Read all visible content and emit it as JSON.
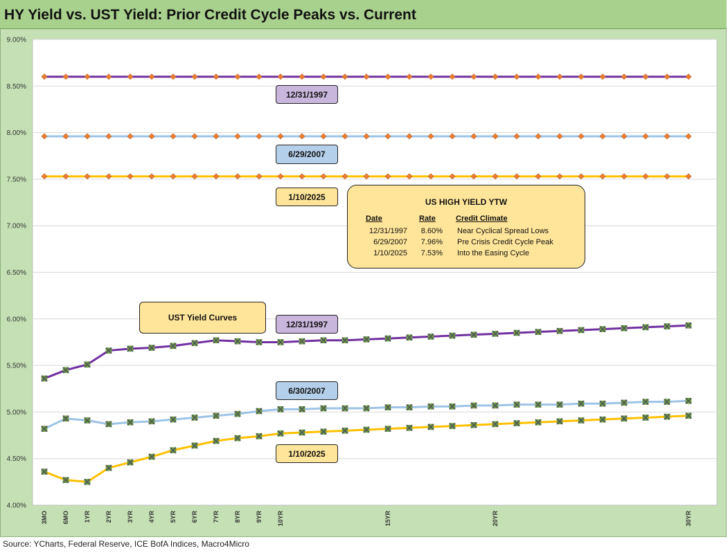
{
  "title": "HY Yield vs. UST Yield: Prior Credit Cycle Peaks vs. Current",
  "source": "Source: YCharts, Federal Reserve, ICE BofA Indices, Macro4Micro",
  "labels": {
    "hy_1997": "12/31/1997",
    "hy_2007": "6/29/2007",
    "hy_2025": "1/10/2025",
    "ust_1997": "12/31/1997",
    "ust_2007": "6/30/2007",
    "ust_2025": "1/10/2025",
    "ust_box": "UST  Yield Curves"
  },
  "hy_table": {
    "title": "US HIGH YIELD YTW",
    "headers": [
      "Date",
      "Rate",
      "Credit Climate"
    ],
    "rows": [
      [
        "12/31/1997",
        "8.60%",
        "Near Cyclical Spread Lows"
      ],
      [
        "6/29/2007",
        "7.96%",
        "Pre Crisis Credit Cycle Peak"
      ],
      [
        "1/10/2025",
        "7.53%",
        "Into the Easing Cycle"
      ]
    ]
  },
  "colors": {
    "purple": "#7030a0",
    "light_blue": "#9dc3e6",
    "yellow": "#ffc000",
    "hy_marker": "#ed7d31",
    "ust_marker": "#70ad47",
    "grid": "#d9d9d9"
  },
  "chart_data": {
    "type": "line",
    "ylim": [
      0.04,
      0.09
    ],
    "yticks": [
      "4.00%",
      "4.50%",
      "5.00%",
      "5.50%",
      "6.00%",
      "6.50%",
      "7.00%",
      "7.50%",
      "8.00%",
      "8.50%",
      "9.00%"
    ],
    "ytick_values": [
      0.04,
      0.045,
      0.05,
      0.055,
      0.06,
      0.065,
      0.07,
      0.075,
      0.08,
      0.085,
      0.09
    ],
    "x_tick_labels": [
      "3MO",
      "6MO",
      "1YR",
      "2YR",
      "3YR",
      "4YR",
      "5YR",
      "6YR",
      "7YR",
      "8YR",
      "9YR",
      "10YR",
      "",
      "",
      "",
      "",
      "15YR",
      "",
      "",
      "",
      "",
      "20YR",
      "",
      "",
      "",
      "",
      "",
      "",
      "",
      "",
      "30YR"
    ],
    "grid": true,
    "series": [
      {
        "group": "HY",
        "color": "#7030a0",
        "marker": "diamond",
        "values": [
          0.086,
          0.086,
          0.086,
          0.086,
          0.086,
          0.086,
          0.086,
          0.086,
          0.086,
          0.086,
          0.086,
          0.086,
          0.086,
          0.086,
          0.086,
          0.086,
          0.086,
          0.086,
          0.086,
          0.086,
          0.086,
          0.086,
          0.086,
          0.086,
          0.086,
          0.086,
          0.086,
          0.086,
          0.086,
          0.086,
          0.086
        ]
      },
      {
        "group": "HY",
        "color": "#9dc3e6",
        "marker": "diamond",
        "values": [
          0.0796,
          0.0796,
          0.0796,
          0.0796,
          0.0796,
          0.0796,
          0.0796,
          0.0796,
          0.0796,
          0.0796,
          0.0796,
          0.0796,
          0.0796,
          0.0796,
          0.0796,
          0.0796,
          0.0796,
          0.0796,
          0.0796,
          0.0796,
          0.0796,
          0.0796,
          0.0796,
          0.0796,
          0.0796,
          0.0796,
          0.0796,
          0.0796,
          0.0796,
          0.0796,
          0.0796
        ]
      },
      {
        "group": "HY",
        "color": "#ffc000",
        "marker": "diamond",
        "values": [
          0.0753,
          0.0753,
          0.0753,
          0.0753,
          0.0753,
          0.0753,
          0.0753,
          0.0753,
          0.0753,
          0.0753,
          0.0753,
          0.0753,
          0.0753,
          0.0753,
          0.0753,
          0.0753,
          0.0753,
          0.0753,
          0.0753,
          0.0753,
          0.0753,
          0.0753,
          0.0753,
          0.0753,
          0.0753,
          0.0753,
          0.0753,
          0.0753,
          0.0753,
          0.0753,
          0.0753
        ]
      },
      {
        "group": "UST",
        "color": "#7030a0",
        "marker": "x",
        "values": [
          0.0536,
          0.0545,
          0.0551,
          0.0566,
          0.0568,
          0.0569,
          0.0571,
          0.0574,
          0.0577,
          0.0576,
          0.0575,
          0.0575,
          0.0576,
          0.0577,
          0.0577,
          0.0578,
          0.0579,
          0.058,
          0.0581,
          0.0582,
          0.0583,
          0.0584,
          0.0585,
          0.0586,
          0.0587,
          0.0588,
          0.0589,
          0.059,
          0.0591,
          0.0592,
          0.0593
        ]
      },
      {
        "group": "UST",
        "color": "#9dc3e6",
        "marker": "x",
        "values": [
          0.0482,
          0.0493,
          0.0491,
          0.0487,
          0.0489,
          0.049,
          0.0492,
          0.0494,
          0.0496,
          0.0498,
          0.0501,
          0.0503,
          0.0503,
          0.0504,
          0.0504,
          0.0504,
          0.0505,
          0.0505,
          0.0506,
          0.0506,
          0.0507,
          0.0507,
          0.0508,
          0.0508,
          0.0508,
          0.0509,
          0.0509,
          0.051,
          0.0511,
          0.0511,
          0.0512
        ]
      },
      {
        "group": "UST",
        "color": "#ffc000",
        "marker": "x",
        "values": [
          0.0436,
          0.0427,
          0.0425,
          0.044,
          0.0446,
          0.0452,
          0.0459,
          0.0464,
          0.0469,
          0.0472,
          0.0474,
          0.0477,
          0.0478,
          0.0479,
          0.048,
          0.0481,
          0.0482,
          0.0483,
          0.0484,
          0.0485,
          0.0486,
          0.0487,
          0.0488,
          0.0489,
          0.049,
          0.0491,
          0.0492,
          0.0493,
          0.0494,
          0.0495,
          0.0496
        ]
      }
    ]
  }
}
